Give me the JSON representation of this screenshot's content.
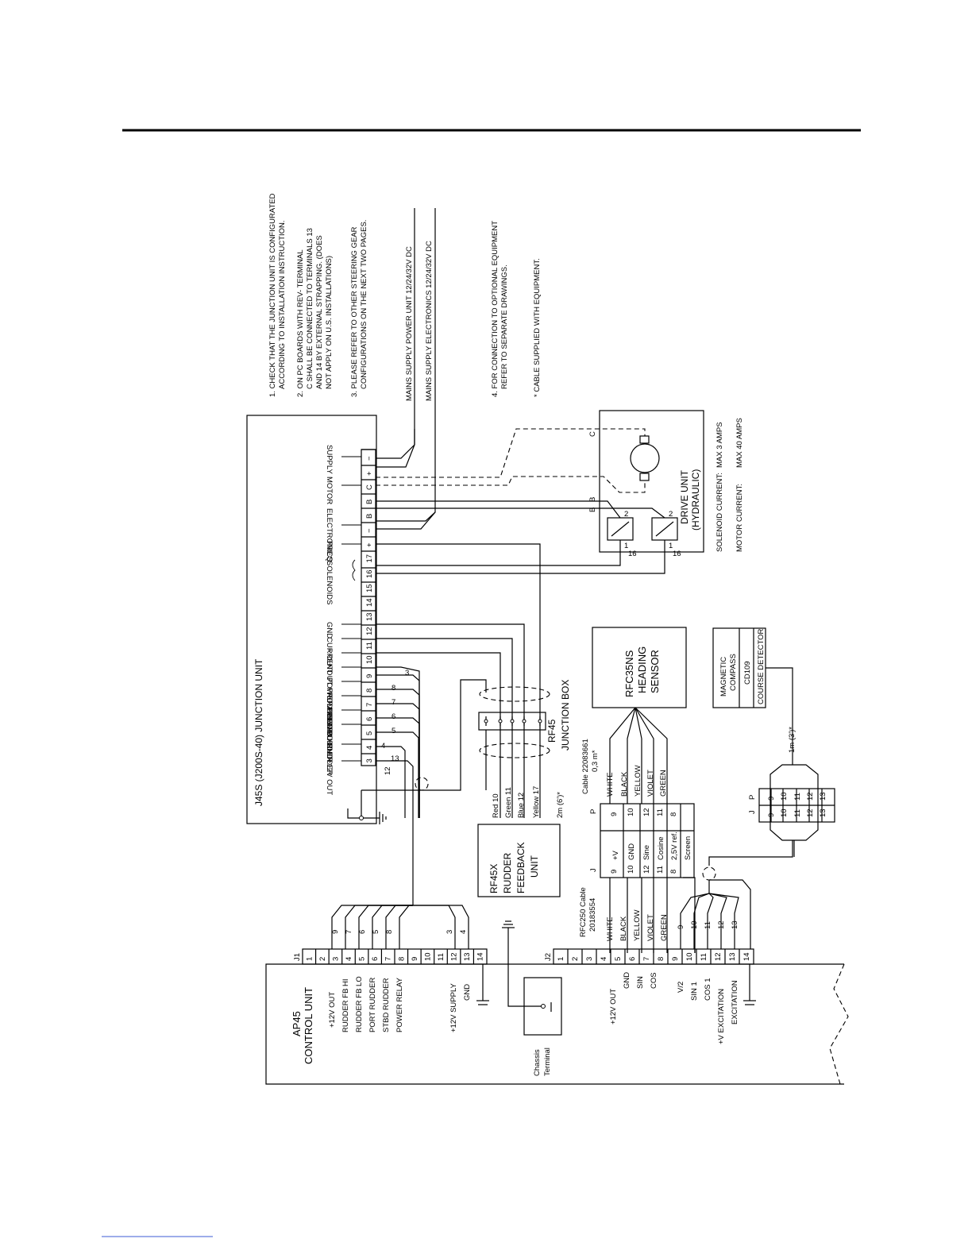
{
  "notes": [
    "1.  CHECK THAT THE JUNCTION UNIT IS CONFIGURATED",
    "ACCORDING TO INSTALLATION INSTRUCTION.",
    "2.  ON PC BOARDS WITH REV- TERMINAL",
    "C SHALL BE CONNECTED TO TERMINALS 13",
    "AND 14 BY EXTERNAL STRAPPING. (DOES",
    "NOT APPLY ON U.S. INSTALLATIONS)",
    "3.  PLEASE REFER TO OTHER STEERING GEAR",
    "CONFIGURATIONS ON THE NEXT TWO PAGES.",
    "4.  FOR CONNECTION TO OPTIONAL EQUIPMENT",
    "REFER TO SEPARATE DRAWINGS.",
    "*   CABLE SUPPLIED WITH EQUIPMENT."
  ],
  "mains": {
    "power": "MAINS SUPPLY POWER UNIT 12/24/32V DC",
    "electronics": "MAINS SUPPLY ELECTRONICS 12/24/32V DC"
  },
  "drive": {
    "line1": "DRIVE UNIT",
    "line2": "(HYDRAULIC)",
    "solenoid_label": "SOLENOID CURRENT:",
    "solenoid_value": "MAX 3 AMPS",
    "motor_label": "MOTOR CURRENT:",
    "motor_value": "MAX 40 AMPS",
    "c": "C",
    "b1": "B",
    "b2": "B",
    "one1": "1",
    "two1": "2",
    "one2": "1",
    "two2": "2",
    "w16a": "16",
    "w16b": "16"
  },
  "junction_unit": {
    "title": "J45S (J200S-40)  JUNCTION UNIT",
    "terminals": [
      "3",
      "4",
      "5",
      "6",
      "7",
      "8",
      "9",
      "10",
      "11",
      "12",
      "13",
      "14",
      "15",
      "16",
      "17",
      "+",
      "−",
      "B",
      "B",
      "C",
      "+",
      "−"
    ],
    "labels": {
      "supply": "SUPPLY",
      "motor": "MOTOR",
      "electronics": "ELECTRONICS",
      "freq": "FREQ.",
      "solenoids": "SOLENOIDS",
      "gnd": "GND",
      "current": "CURRENT",
      "out": "+ OUT",
      "out_pilot": "+ OUT FROM PILOT",
      "power_relay": "POWER RELAY",
      "rudder_fb_hi": "RUDDER FB HI",
      "port_rudder": "PORT RUDDER",
      "stbd_rudder": "STBD RUDDER",
      "gnd2": "GND",
      "v12out": "+12V OUT"
    },
    "wires": [
      "3",
      "8",
      "4",
      "7",
      "6",
      "5",
      "13",
      "12"
    ]
  },
  "rf45": {
    "title": "RF45",
    "subtitle": "JUNCTION  BOX",
    "wires": [
      "Red  10",
      "Green  11",
      "Blue  12",
      "Yellow  17"
    ],
    "cable": "2m  (6')*"
  },
  "rf45x": {
    "line1": "RF45X",
    "line2": "RUDDER",
    "line3": "FEEDBACK",
    "line4": "UNIT"
  },
  "rfc35": {
    "line1": "RFC35NS",
    "line2": "HEADING",
    "line3": "SENSOR",
    "cable1": "Cable  22083661",
    "cable2": "0,3  m*",
    "colors": [
      "WHITE",
      "BLACK",
      "YELLOW",
      "VIOLET",
      "GREEN"
    ],
    "p_pins": [
      "9",
      "10",
      "12",
      "11",
      "8"
    ],
    "j_pins": [
      "9",
      "10",
      "12",
      "11",
      "8"
    ],
    "j_names": [
      "+V",
      "GND",
      "Sine",
      "Cosine",
      "2,5V  ref.",
      "Screen"
    ],
    "j": "J",
    "p": "P"
  },
  "cd109": {
    "magnetic": "MAGNETIC",
    "compass": "COMPASS",
    "cd": "CD109",
    "course": "COURSE DETECTOR",
    "cable": "1m  (3')*",
    "j": "J",
    "p": "P",
    "pins": [
      "9",
      "10",
      "11",
      "12",
      "13"
    ]
  },
  "ap45": {
    "title1": "AP45",
    "title2": "CONTROL  UNIT",
    "j1": "J1",
    "j2": "J2",
    "j1_pins": [
      "1",
      "2",
      "3",
      "4",
      "5",
      "6",
      "7",
      "8",
      "9",
      "10",
      "11",
      "12",
      "13",
      "14"
    ],
    "j2_pins": [
      "1",
      "2",
      "3",
      "4",
      "5",
      "6",
      "7",
      "8",
      "9",
      "10",
      "11",
      "12",
      "13",
      "14"
    ],
    "j1_labels": [
      "+12V  OUT",
      "RUDDER  FB  HI",
      "RUDDER  FB  LO",
      "PORT  RUDDER",
      "STBD  RUDDER",
      "POWER  RELAY",
      "+12V  SUPPLY",
      "GND"
    ],
    "j2_labels": [
      "+12V  OUT",
      "GND",
      "SIN",
      "COS",
      "V/2",
      "SIN 1",
      "COS 1",
      "+V  EXCITATION",
      "EXCITATION"
    ],
    "j1_wires": [
      "9",
      "7",
      "6",
      "5",
      "8",
      "3",
      "4"
    ],
    "j2_cable1": "RFC250  Cable",
    "j2_cable2": "20183554",
    "j2_colors": [
      "WHITE",
      "BLACK",
      "YELLOW",
      "VIOLET",
      "GREEN"
    ],
    "j2_wires": [
      "9",
      "10",
      "11",
      "12",
      "13"
    ],
    "chassis1": "Chassis",
    "chassis2": "Terminal"
  }
}
